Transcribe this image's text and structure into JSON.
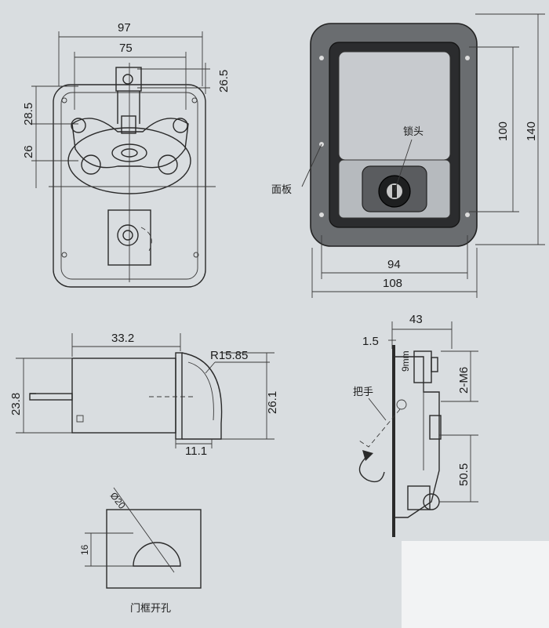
{
  "top_left": {
    "dim_width_outer": "97",
    "dim_width_inner": "75",
    "dim_top_hole": "26.5",
    "dim_left_upper": "28.5",
    "dim_left_lower": "26"
  },
  "top_right": {
    "label_panel": "面板",
    "label_lock_head": "锁头",
    "dim_inner_height": "100",
    "dim_outer_height": "140",
    "dim_inner_width": "94",
    "dim_outer_width": "108"
  },
  "mid_left": {
    "dim_length": "33.2",
    "dim_radius": "R15.85",
    "dim_left_height": "23.8",
    "dim_right_height": "26.1",
    "dim_bottom": "11.1"
  },
  "mid_right": {
    "dim_top_width": "43",
    "dim_thickness": "1.5",
    "dim_9mm": "9mm",
    "dim_thread": "2-M6",
    "label_handle": "把手",
    "dim_vertical": "50.5"
  },
  "bottom_left": {
    "dim_diameter": "Ø20",
    "dim_height": "16",
    "caption": "门框开孔"
  }
}
